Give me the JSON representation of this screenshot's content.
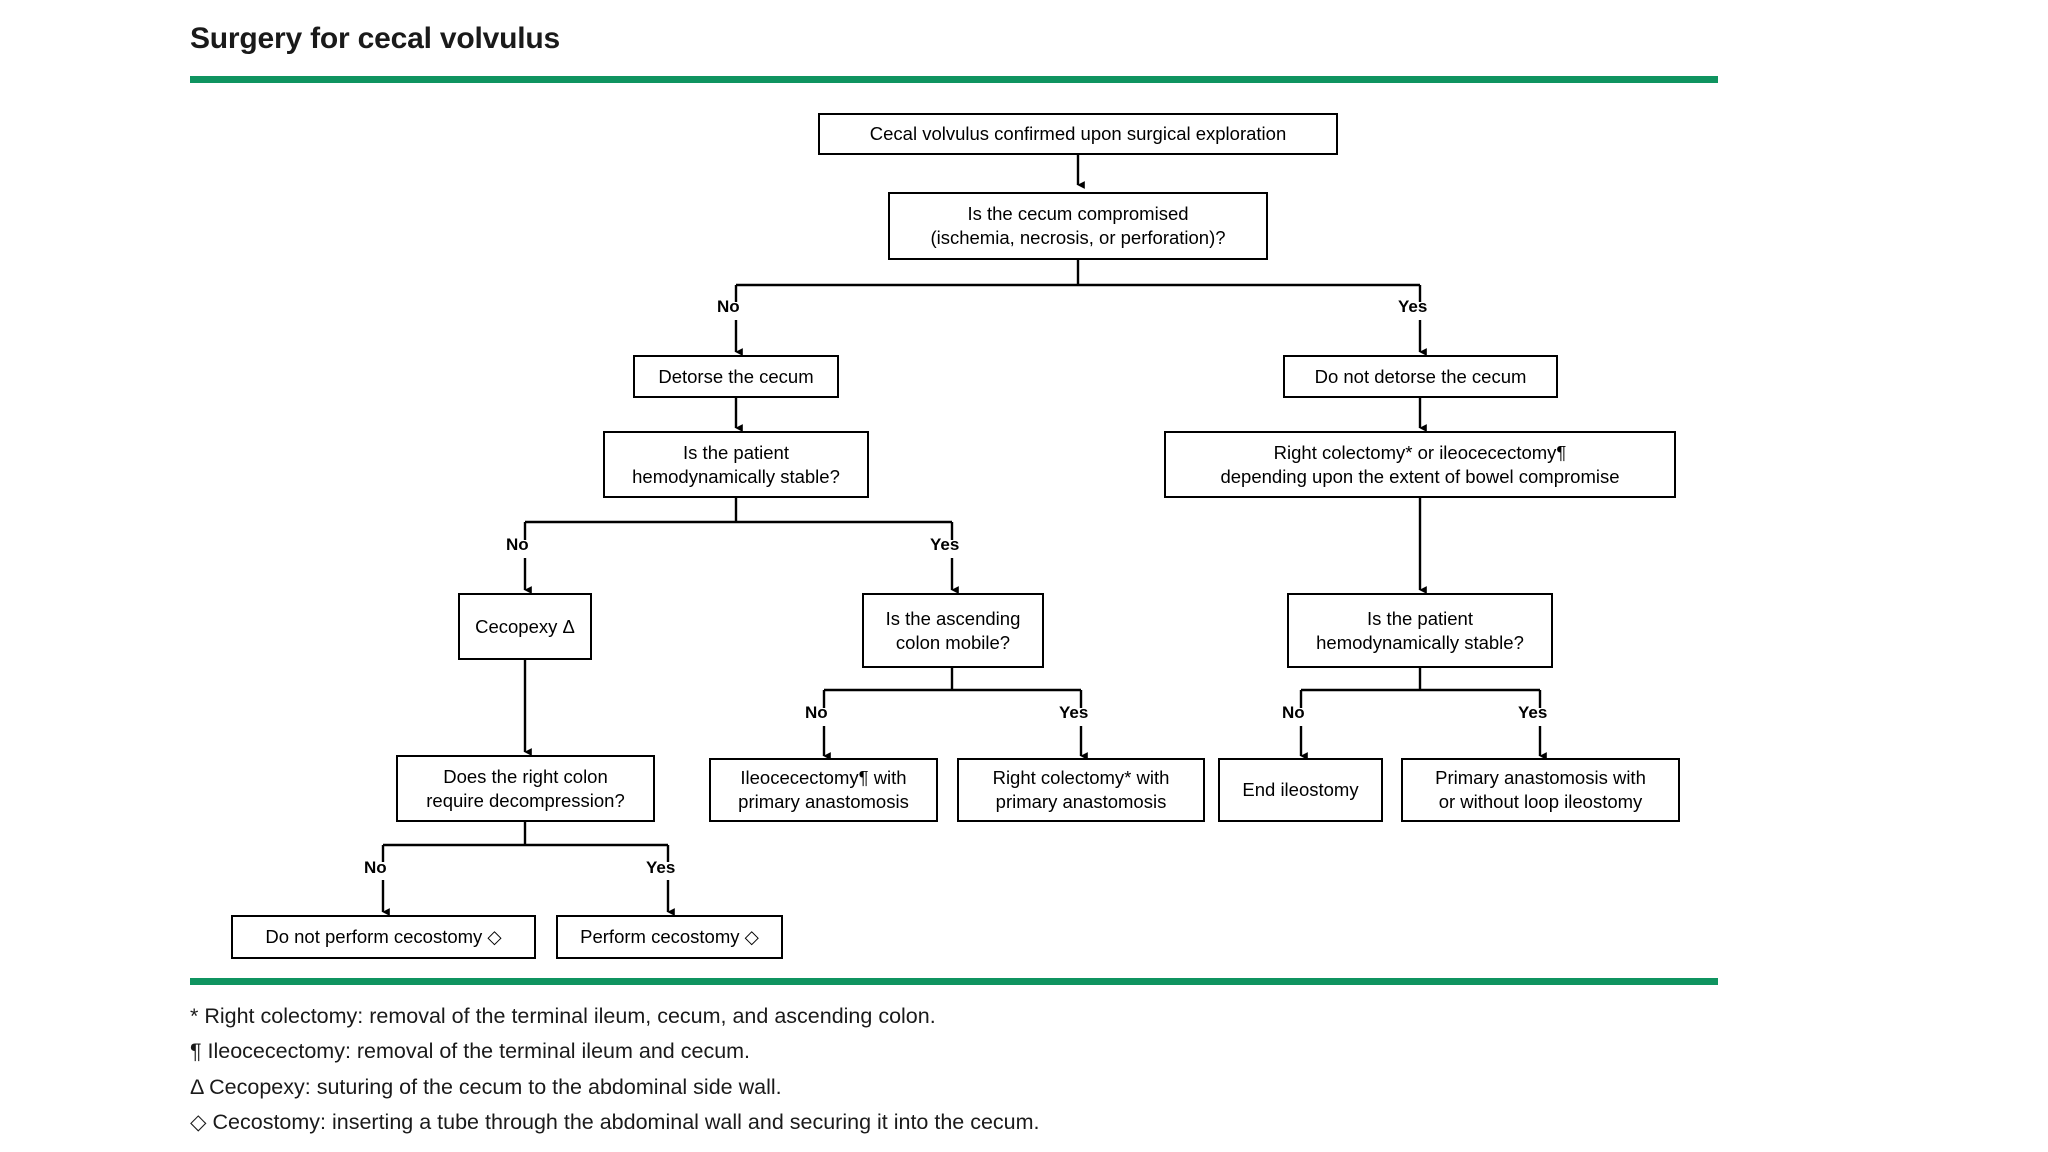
{
  "page_title": "Surgery for cecal volvulus",
  "colors": {
    "rule_green": "#0f9460",
    "box_border": "#000000",
    "text": "#000000",
    "background": "#ffffff"
  },
  "nodes": {
    "root": "Cecal volvulus confirmed upon surgical exploration",
    "cecum_compromised": "Is the cecum compromised\n(ischemia, necrosis, or perforation)?",
    "detorse": "Detorse the cecum",
    "do_not_detorse": "Do not detorse the cecum",
    "stable_left": "Is the patient\nhemodynamically stable?",
    "right_colectomy_or_ileocecectomy": "Right colectomy* or ileocecectomy¶\ndepending upon the extent of bowel compromise",
    "cecopexy": "Cecopexy Δ",
    "ascending_colon_mobile": "Is the ascending\ncolon mobile?",
    "stable_right": "Is the patient\nhemodynamically stable?",
    "decompression": "Does the right colon\nrequire decompression?",
    "ileocecectomy_primary": "Ileocecectomy¶ with\nprimary anastomosis",
    "right_colectomy_primary": "Right colectomy* with\nprimary anastomosis",
    "end_ileostomy": "End ileostomy",
    "primary_anastomosis_loop": "Primary anastomosis with\nor without loop ileostomy",
    "no_cecostomy": "Do not perform cecostomy ◇",
    "perform_cecostomy": "Perform cecostomy ◇"
  },
  "branch_labels": {
    "compromised_no": "No",
    "compromised_yes": "Yes",
    "stable_left_no": "No",
    "stable_left_yes": "Yes",
    "mobile_no": "No",
    "mobile_yes": "Yes",
    "stable_right_no": "No",
    "stable_right_yes": "Yes",
    "decompression_no": "No",
    "decompression_yes": "Yes"
  },
  "footnotes": [
    "* Right colectomy: removal of the terminal ileum, cecum, and ascending colon.",
    "¶ Ileocecectomy: removal of the terminal ileum and cecum.",
    "Δ Cecopexy: suturing of the cecum to the abdominal side wall.",
    "◇ Cecostomy: inserting a tube through the abdominal wall and securing it into the cecum."
  ]
}
